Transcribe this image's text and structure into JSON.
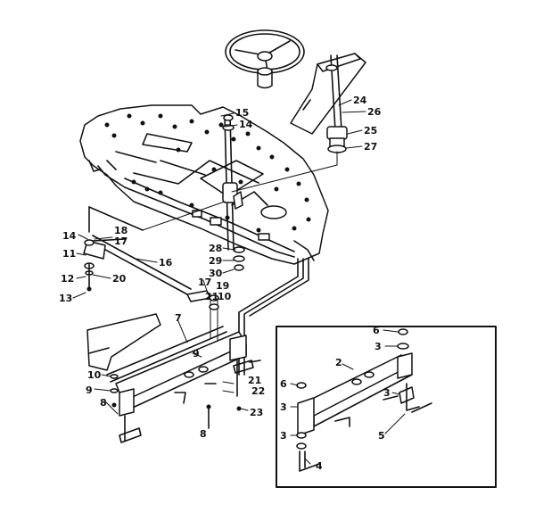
{
  "callouts": [
    {
      "id": "c15",
      "text": "15"
    },
    {
      "id": "c14a",
      "text": "14"
    },
    {
      "id": "c24",
      "text": "24"
    },
    {
      "id": "c26",
      "text": "26"
    },
    {
      "id": "c25",
      "text": "25"
    },
    {
      "id": "c27",
      "text": "27"
    },
    {
      "id": "c14b",
      "text": "14"
    },
    {
      "id": "c18",
      "text": "18"
    },
    {
      "id": "c17a",
      "text": "17"
    },
    {
      "id": "c11",
      "text": "11"
    },
    {
      "id": "c16",
      "text": "16"
    },
    {
      "id": "c12",
      "text": "12"
    },
    {
      "id": "c20",
      "text": "20"
    },
    {
      "id": "c13",
      "text": "13"
    },
    {
      "id": "c28",
      "text": "28"
    },
    {
      "id": "c29",
      "text": "29"
    },
    {
      "id": "c30",
      "text": "30"
    },
    {
      "id": "c17b",
      "text": "17"
    },
    {
      "id": "c19",
      "text": "19"
    },
    {
      "id": "c21a",
      "text": "21"
    },
    {
      "id": "c10a",
      "text": "10"
    },
    {
      "id": "c7",
      "text": "7"
    },
    {
      "id": "c9a",
      "text": "9"
    },
    {
      "id": "c10b",
      "text": "10"
    },
    {
      "id": "c9b",
      "text": "9"
    },
    {
      "id": "c8a",
      "text": "8"
    },
    {
      "id": "c8b",
      "text": "8"
    },
    {
      "id": "c21b",
      "text": "21"
    },
    {
      "id": "c22",
      "text": "22"
    },
    {
      "id": "c23",
      "text": "23"
    },
    {
      "id": "c6a",
      "text": "6"
    },
    {
      "id": "c3a",
      "text": "3"
    },
    {
      "id": "c2",
      "text": "2"
    },
    {
      "id": "c6b",
      "text": "6"
    },
    {
      "id": "c3b",
      "text": "3"
    },
    {
      "id": "c3c",
      "text": "3"
    },
    {
      "id": "c3d",
      "text": "3"
    },
    {
      "id": "c5",
      "text": "5"
    },
    {
      "id": "c4",
      "text": "4"
    }
  ]
}
